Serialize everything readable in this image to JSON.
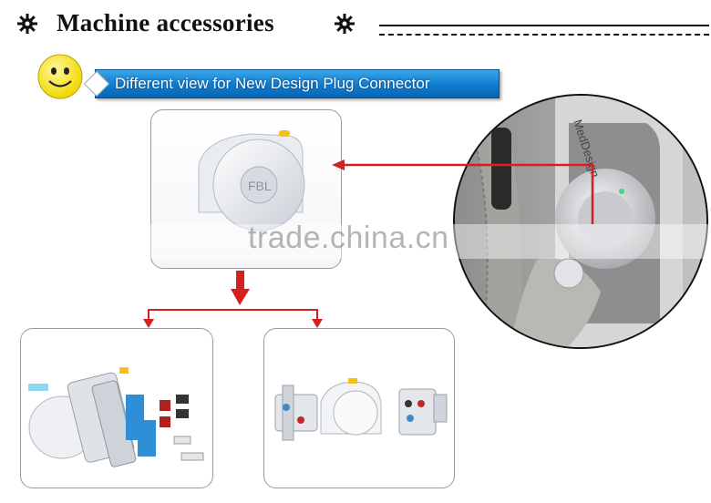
{
  "header": {
    "title": "Machine accessories",
    "left_icon": "gear-icon",
    "right_icon": "gear-icon"
  },
  "banner": {
    "text": "Different view for New Design Plug Connector",
    "icon": "smiley-icon",
    "color": "#0c7bd0"
  },
  "detail": {
    "brand": "MedDesign",
    "plug_logo": "FBL"
  },
  "watermark": "trade.china.cn",
  "colors": {
    "arrow": "#d42020",
    "accent_yellow": "#f2c21a"
  }
}
